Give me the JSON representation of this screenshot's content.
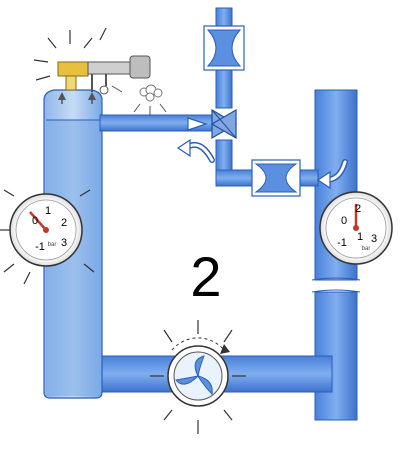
{
  "diagram": {
    "step_label": "2",
    "left_gauge": {
      "ticks": [
        "-1",
        "0",
        "1",
        "2",
        "3"
      ],
      "unit": "bar"
    },
    "right_gauge": {
      "ticks": [
        "-1",
        "0",
        "1",
        "2",
        "3"
      ],
      "unit": "bar"
    },
    "colors": {
      "pipe_fill": "#5b8fe0",
      "pipe_stroke": "#2b5fb8",
      "tank_light": "#bcd6f3",
      "tank_mid": "#7aa9e6",
      "gauge_needle": "#c0392b",
      "valve_fill": "#7ea7e3",
      "actuator_yellow": "#e8c040"
    }
  }
}
